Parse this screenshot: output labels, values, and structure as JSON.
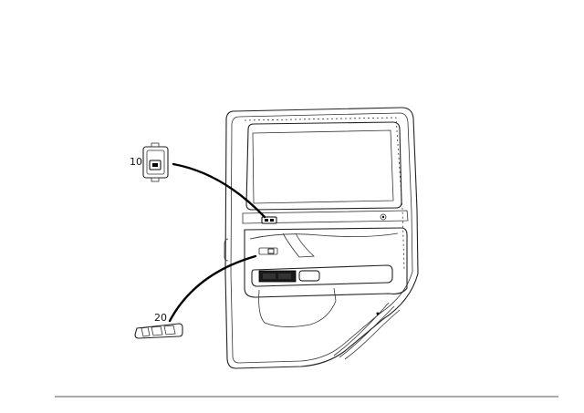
{
  "diagram": {
    "callouts": [
      {
        "id": "callout-10",
        "label": "10"
      },
      {
        "id": "callout-20",
        "label": "20"
      }
    ],
    "colors": {
      "line": "#000000",
      "background": "#ffffff",
      "fill_dark": "#1a1a1a"
    }
  }
}
